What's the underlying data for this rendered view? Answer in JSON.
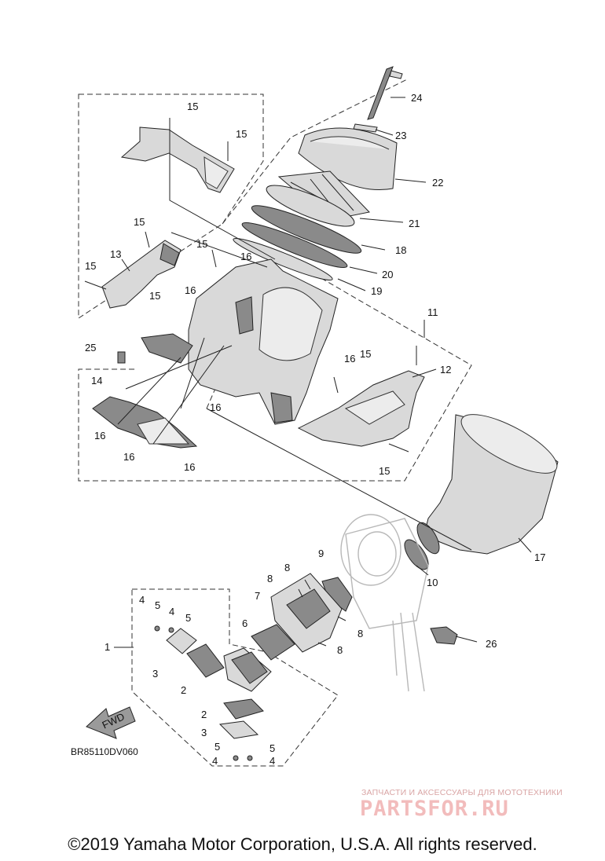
{
  "diagram": {
    "part_code": "BR85110DV060",
    "fwd_label": "FWD",
    "callouts": [
      "24",
      "23",
      "22",
      "21",
      "18",
      "20",
      "19",
      "15",
      "15",
      "15",
      "13",
      "15",
      "16",
      "15",
      "15",
      "16",
      "25",
      "11",
      "16",
      "15",
      "12",
      "14",
      "16",
      "16",
      "16",
      "16",
      "15",
      "17",
      "9",
      "10",
      "8",
      "8",
      "7",
      "8",
      "8",
      "6",
      "26",
      "1",
      "4",
      "5",
      "4",
      "5",
      "3",
      "2",
      "2",
      "3",
      "5",
      "5",
      "4",
      "4"
    ]
  },
  "footer": {
    "copyright": "©2019 Yamaha Motor Corporation, U.S.A. All rights reserved."
  },
  "watermark": {
    "tagline": "ЗАПЧАСТИ И АКСЕССУАРЫ ДЛЯ МОТОТЕХНИКИ",
    "logo": "PARTSFOR.RU"
  }
}
